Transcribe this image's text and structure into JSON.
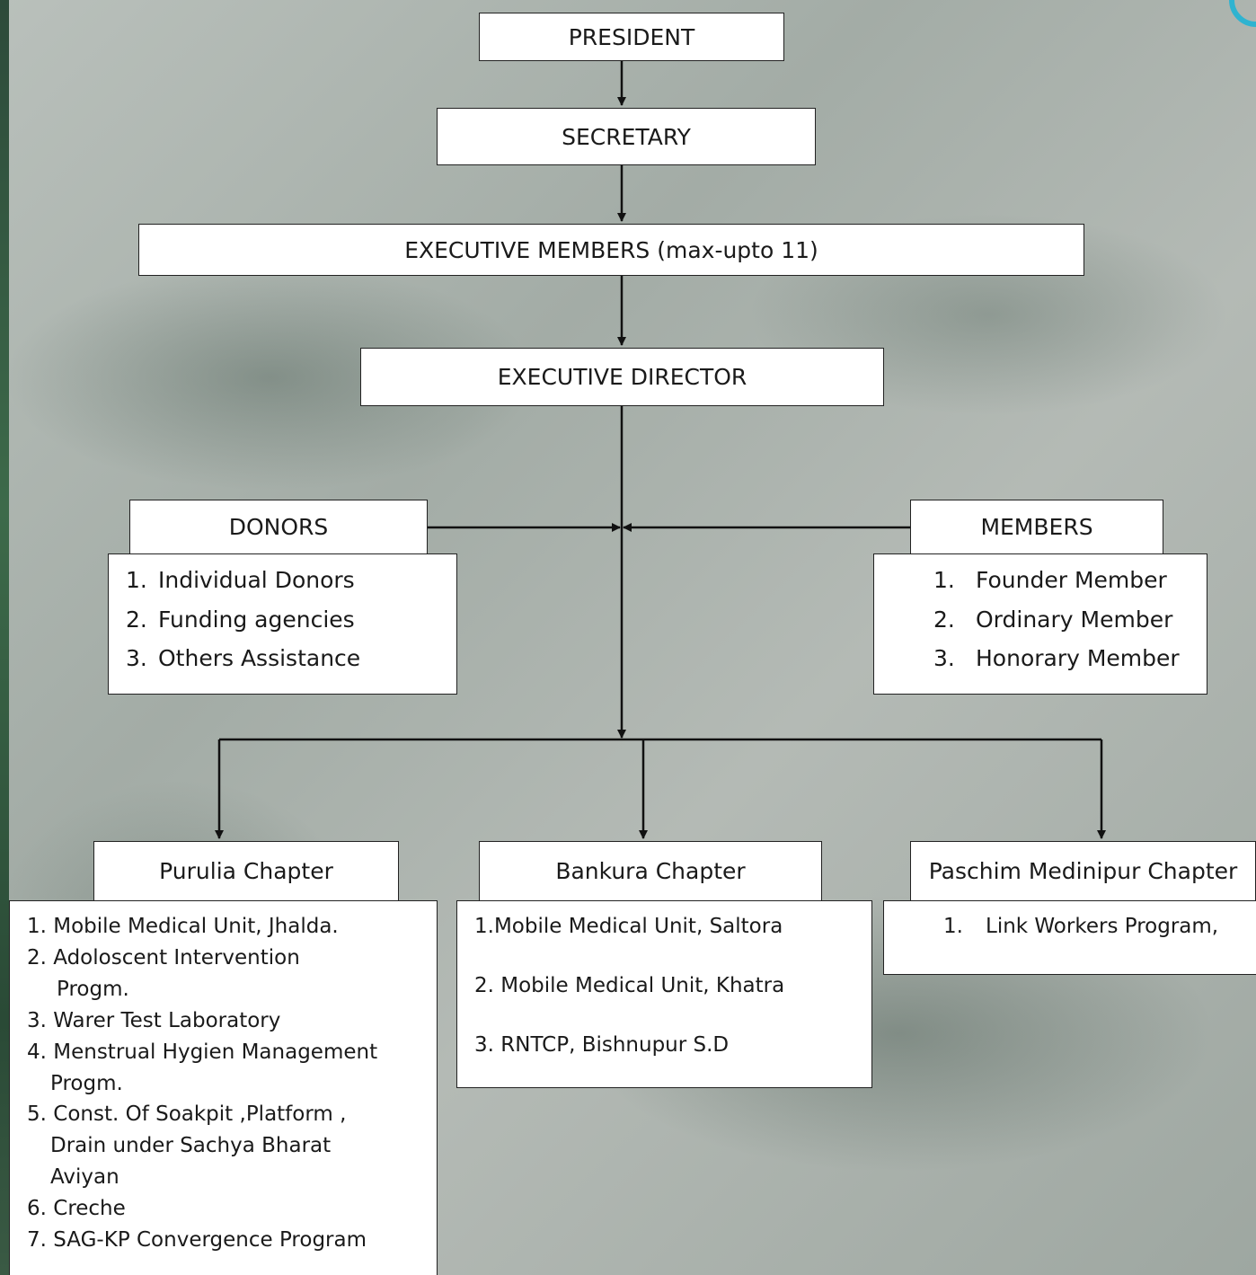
{
  "nodes": {
    "president": "PRESIDENT",
    "secretary": "SECRETARY",
    "executive_members": "EXECUTIVE MEMBERS (max-upto 11)",
    "executive_director": "EXECUTIVE DIRECTOR",
    "donors": "DONORS",
    "members": "MEMBERS"
  },
  "donors_list": [
    {
      "num": "1.",
      "text": "Individual Donors"
    },
    {
      "num": "2.",
      "text": "Funding agencies"
    },
    {
      "num": "3.",
      "text": "Others Assistance"
    }
  ],
  "members_list": [
    {
      "num": "1.",
      "text": "Founder Member"
    },
    {
      "num": "2.",
      "text": "Ordinary Member"
    },
    {
      "num": "3.",
      "text": "Honorary Member"
    }
  ],
  "chapters": {
    "purulia": {
      "title": "Purulia Chapter",
      "lines": [
        "1. Mobile Medical Unit, Jhalda.",
        "2.  Adoloscent Intervention",
        "Progm.",
        "3. Warer Test Laboratory",
        "4. Menstrual Hygien Management",
        "Progm.",
        "5. Const. Of Soakpit ,Platform ,",
        "Drain under Sachya Bharat",
        "Aviyan",
        "6. Creche",
        "7. SAG-KP Convergence Program"
      ]
    },
    "bankura": {
      "title": "Bankura Chapter",
      "lines": [
        "1.Mobile Medical Unit, Saltora",
        "2. Mobile Medical Unit, Khatra",
        "3. RNTCP, Bishnupur S.D"
      ]
    },
    "paschim": {
      "title": "Paschim Medinipur Chapter",
      "lines": [
        {
          "num": "1.",
          "text": "Link Workers Program,"
        }
      ]
    }
  }
}
